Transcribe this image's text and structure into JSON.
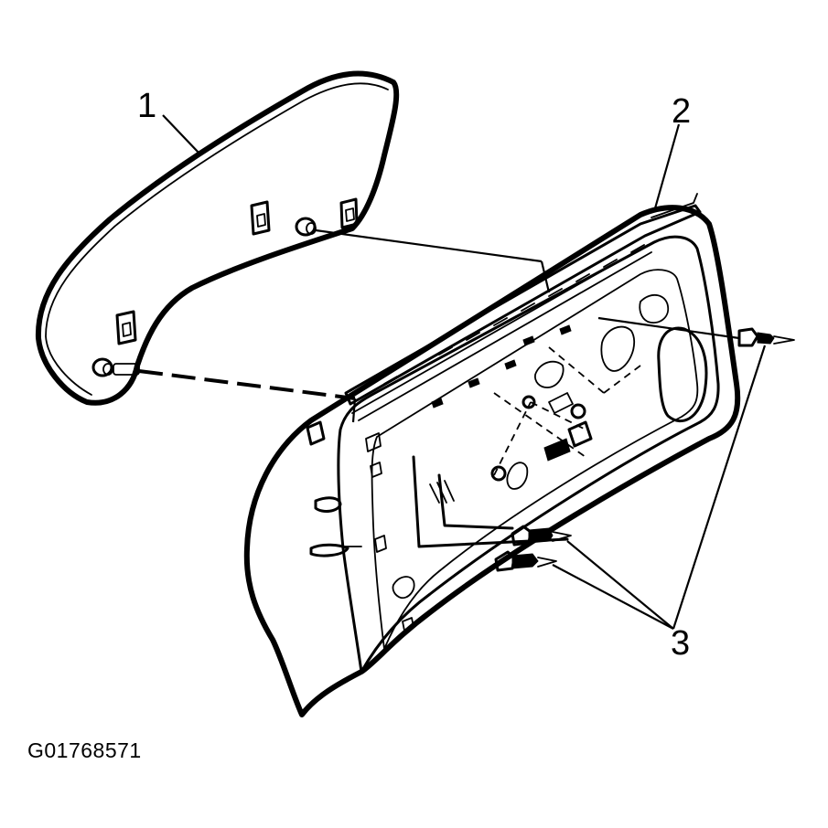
{
  "callouts": {
    "label_1": "1",
    "label_2": "2",
    "label_3": "3"
  },
  "figure_id": "G01768571",
  "colors": {
    "line": "#000000",
    "background": "#ffffff"
  }
}
